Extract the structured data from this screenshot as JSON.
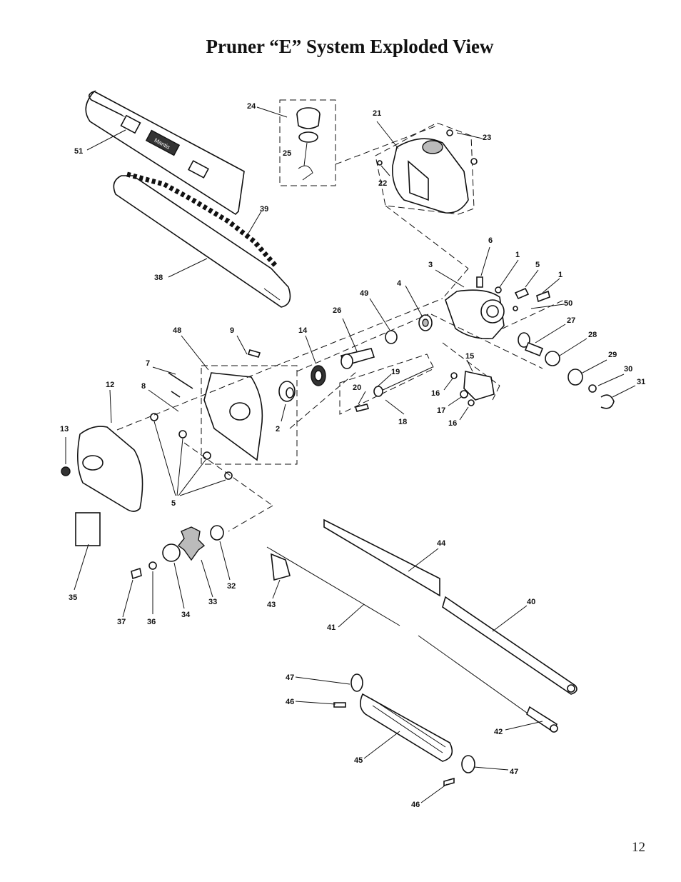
{
  "title": "Pruner “E” System Exploded View",
  "page_number": "12",
  "bar_logo": "Mantis",
  "callouts": [
    "51",
    "24",
    "25",
    "21",
    "23",
    "22",
    "39",
    "38",
    "6",
    "3",
    "1",
    "5",
    "1",
    "50",
    "4",
    "49",
    "26",
    "27",
    "28",
    "29",
    "30",
    "31",
    "48",
    "9",
    "14",
    "7",
    "12",
    "8",
    "20",
    "19",
    "15",
    "16",
    "17",
    "16",
    "18",
    "2",
    "13",
    "5",
    "35",
    "32",
    "33",
    "34",
    "36",
    "37",
    "43",
    "44",
    "40",
    "41",
    "47",
    "46",
    "42",
    "45",
    "47",
    "46"
  ]
}
